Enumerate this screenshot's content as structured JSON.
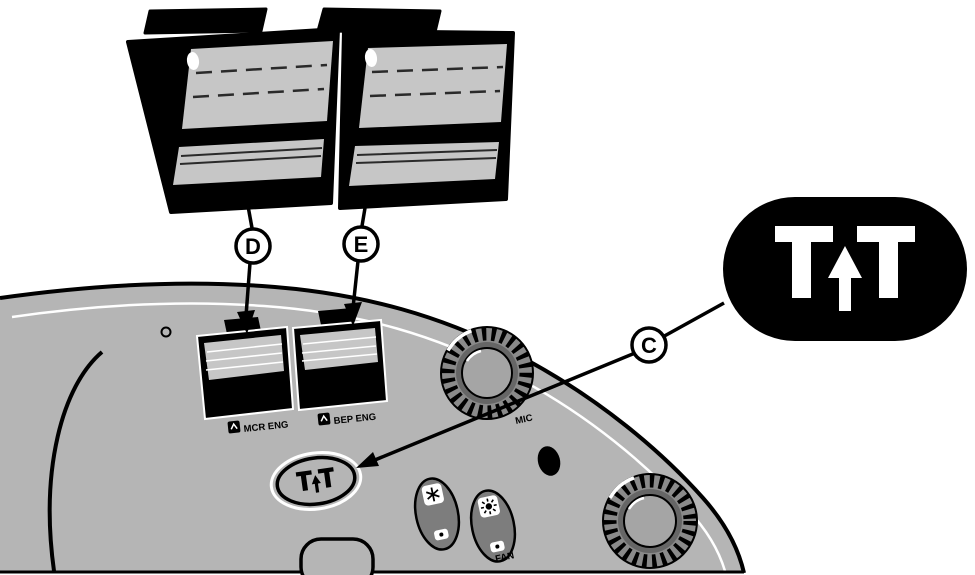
{
  "diagram": {
    "type": "exploded-parts-diagram",
    "callouts": {
      "d": "D",
      "e": "E",
      "c": "C"
    },
    "labels": {
      "left_switch": "MCR ENG",
      "right_switch": "BEP ENG",
      "fan": "FAN",
      "mic": "MIC"
    },
    "colors": {
      "background": "#ffffff",
      "panel": "#b5b5b5",
      "switch_face": "#c6c6c6",
      "outline": "#000000",
      "legend_pill": "#000000",
      "icon_on_pill": "#ffffff"
    },
    "icons": {
      "motorway": "motorway-icon",
      "motorway_small": "motorway-icon-small",
      "snowflake": "snowflake-icon",
      "sun": "sun-icon",
      "engine": "engine-icon"
    }
  }
}
